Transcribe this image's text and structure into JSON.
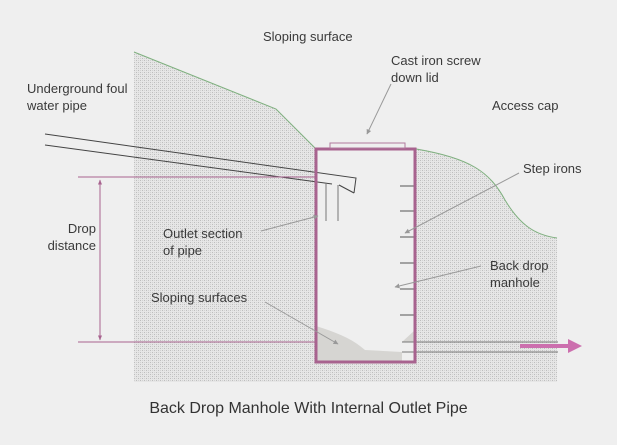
{
  "diagram": {
    "title": "Back Drop Manhole With Internal Outlet Pipe",
    "labels": {
      "sloping_surface": "Sloping surface",
      "cast_iron_lid_line1": "Cast iron screw",
      "cast_iron_lid_line2": "down lid",
      "access_cap": "Access cap",
      "underground_pipe_line1": "Underground foul",
      "underground_pipe_line2": "water pipe",
      "step_irons": "Step irons",
      "drop_distance_line1": "Drop",
      "drop_distance_line2": "distance",
      "outlet_section_line1": "Outlet section",
      "outlet_section_line2": "of pipe",
      "back_drop_line1": "Back drop",
      "back_drop_line2": "manhole",
      "sloping_surfaces": "Sloping surfaces"
    },
    "colors": {
      "background": "#efefef",
      "manhole": "#a8638f",
      "flow_arrow": "#cc6fae",
      "ground_line": "#7fb07f",
      "pointer": "#999999",
      "pipe": "#444444",
      "benching": "#d6d5d2",
      "text": "#3a3a3a"
    }
  }
}
